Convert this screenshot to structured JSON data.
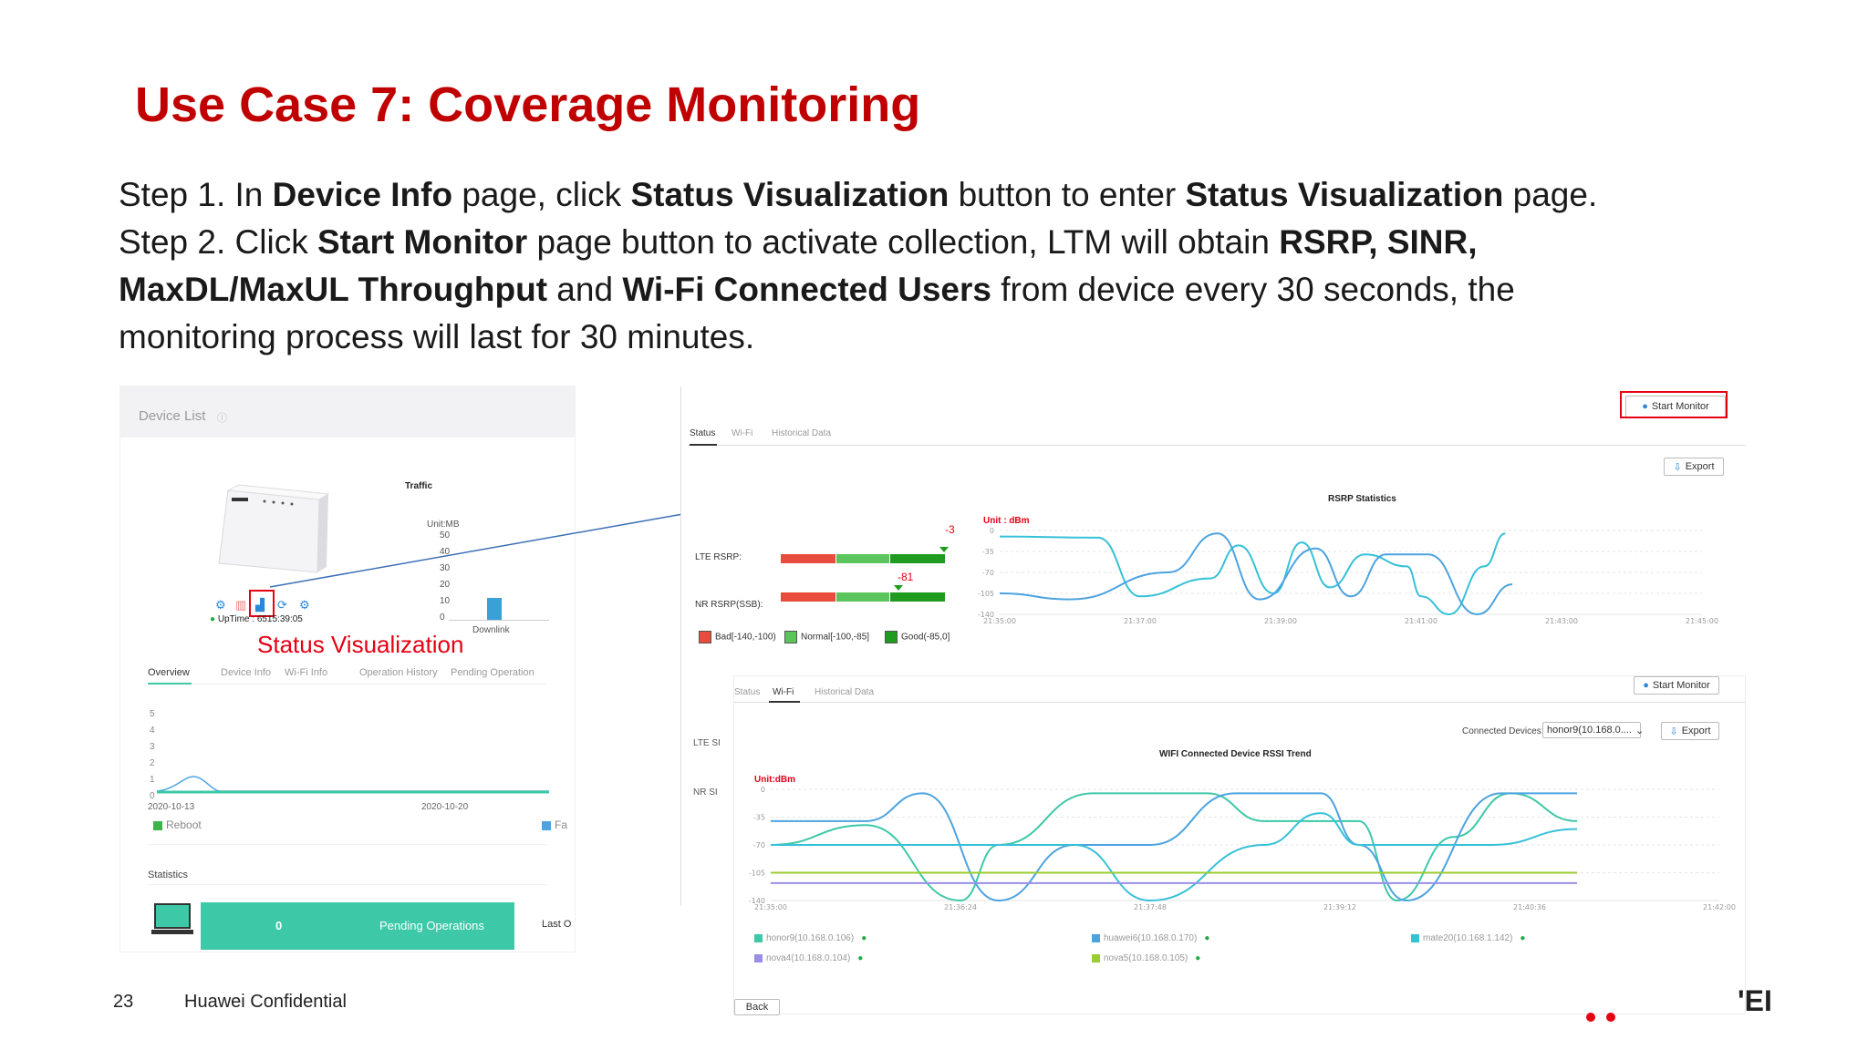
{
  "slide": {
    "title": "Use Case 7: Coverage Monitoring",
    "step1": {
      "p1": "Step 1. In ",
      "b1": "Device Info",
      "p2": " page, click ",
      "b2": "Status Visualization",
      "p3": " button to enter ",
      "b3": "Status Visualization",
      "p4": " page."
    },
    "step2": {
      "p1": "Step 2. Click ",
      "b1": "Start Monitor",
      "p2": " page button to activate collection, LTM will obtain ",
      "b2": "RSRP, SINR,",
      "b3": "MaxDL/MaxUL Throughput",
      "p3": " and ",
      "b4": "Wi-Fi Connected Users",
      "p4": " from device every 30 seconds, the",
      "p5": "monitoring process will last for 30 minutes."
    },
    "page_number": "23",
    "confidential": "Huawei Confidential",
    "logo_fragment": "'EI"
  },
  "device_panel": {
    "header": "Device List",
    "traffic_title": "Traffic",
    "unit": "Unit:MB",
    "y_ticks": [
      "50",
      "40",
      "30",
      "20",
      "10",
      "0"
    ],
    "downlink_label": "Downlink",
    "uptime_label": "UpTime :",
    "uptime_value": "6515:39:05",
    "callout": "Status Visualization",
    "tabs": [
      "Overview",
      "Device Info",
      "Wi-Fi Info",
      "Operation History",
      "Pending Operation"
    ],
    "mini_y_ticks": [
      "5",
      "4",
      "3",
      "2",
      "1",
      "0"
    ],
    "date1": "2020-10-13",
    "date2": "2020-10-20",
    "legend_reboot": "Reboot",
    "legend_fa": "Fa",
    "statistics_label": "Statistics",
    "pending_count": "0",
    "pending_label": "Pending Operations",
    "last_label": "Last O",
    "colors": {
      "teal": "#3dc8a8",
      "blue": "#4da3e0",
      "green": "#3cb44b"
    }
  },
  "status_panel": {
    "tabs": [
      "Status",
      "Wi-Fi",
      "Historical Data"
    ],
    "start_monitor": "Start Monitor",
    "export": "Export",
    "lte_label": "LTE RSRP:",
    "nr_label": "NR RSRP(SSB):",
    "lte_value": "-3",
    "nr_value": "-81",
    "legend": [
      "Bad[-140,-100)",
      "Normal[-100,-85]",
      "Good(-85,0]"
    ],
    "legend_colors": [
      "#e84c3d",
      "#5cc45c",
      "#1f9c1f"
    ],
    "chart_title": "RSRP Statistics",
    "unit": "Unit : dBm"
  },
  "wifi_panel": {
    "tabs": [
      "Status",
      "Wi-Fi",
      "Historical Data"
    ],
    "start_monitor": "Start Monitor",
    "connected_label": "Connected Devices:",
    "connected_value": "honor9(10.168.0....",
    "export": "Export",
    "chart_title": "WIFI Connected Device RSSI Trend",
    "unit": "Unit:dBm",
    "lte_partial": "LTE SI",
    "nr_partial": "NR SI",
    "back": "Back",
    "devices": [
      {
        "name": "honor9(10.168.0.106)",
        "color": "#3dc8a8"
      },
      {
        "name": "huawei6(10.168.0.170)",
        "color": "#4da3e0"
      },
      {
        "name": "mate20(10.168.1.142)",
        "color": "#36c1d8"
      },
      {
        "name": "nova4(10.168.0.104)",
        "color": "#9a8fe6"
      },
      {
        "name": "nova5(10.168.0.105)",
        "color": "#9acd32"
      }
    ]
  },
  "chart_data": [
    {
      "type": "line",
      "title": "RSRP Statistics",
      "ylabel": "Unit : dBm",
      "x": [
        "21:35:00",
        "21:37:00",
        "21:39:00",
        "21:41:00",
        "21:43:00",
        "21:45:00"
      ],
      "y_ticks": [
        "0",
        "-35",
        "-70",
        "-105",
        "-140"
      ],
      "ylim": [
        -140,
        0
      ],
      "series": [
        {
          "color": "#36c1d8",
          "points": [
            [
              0,
              -10
            ],
            [
              0.7,
              -12
            ],
            [
              1.0,
              -110
            ],
            [
              1.5,
              -80
            ],
            [
              1.7,
              -25
            ],
            [
              1.95,
              -105
            ],
            [
              2.15,
              -20
            ],
            [
              2.35,
              -95
            ],
            [
              2.6,
              -40
            ],
            [
              2.9,
              -60
            ],
            [
              3.0,
              -110
            ],
            [
              3.2,
              -140
            ],
            [
              3.45,
              -60
            ],
            [
              3.6,
              -5
            ]
          ]
        },
        {
          "color": "#4da3e0",
          "points": [
            [
              0,
              -105
            ],
            [
              0.5,
              -115
            ],
            [
              1.2,
              -70
            ],
            [
              1.55,
              -5
            ],
            [
              1.85,
              -115
            ],
            [
              2.25,
              -30
            ],
            [
              2.5,
              -110
            ],
            [
              2.75,
              -40
            ],
            [
              3.05,
              -40
            ],
            [
              3.4,
              -140
            ],
            [
              3.65,
              -90
            ]
          ]
        }
      ]
    },
    {
      "type": "line",
      "title": "WIFI Connected Device RSSI Trend",
      "ylabel": "Unit:dBm",
      "x": [
        "21:35:00",
        "21:36:24",
        "21:37:48",
        "21:39:12",
        "21:40:36",
        "21:42:00"
      ],
      "y_ticks": [
        "0",
        "-35",
        "-70",
        "-105",
        "-140"
      ],
      "ylim": [
        -140,
        0
      ],
      "series": [
        {
          "name": "honor9(10.168.0.106)",
          "color": "#3dc8a8",
          "points": [
            [
              0,
              -70
            ],
            [
              0.5,
              -45
            ],
            [
              1.0,
              -140
            ],
            [
              1.2,
              -70
            ],
            [
              1.7,
              -5
            ],
            [
              2.3,
              -5
            ],
            [
              2.6,
              -40
            ],
            [
              3.1,
              -40
            ],
            [
              3.3,
              -140
            ],
            [
              3.6,
              -60
            ],
            [
              3.9,
              -5
            ],
            [
              4.25,
              -40
            ]
          ]
        },
        {
          "name": "huawei6(10.168.0.170)",
          "color": "#4da3e0",
          "points": [
            [
              0,
              -40
            ],
            [
              0.5,
              -40
            ],
            [
              0.8,
              -5
            ],
            [
              1.2,
              -140
            ],
            [
              1.6,
              -70
            ],
            [
              2.0,
              -70
            ],
            [
              2.45,
              -5
            ],
            [
              2.9,
              -5
            ],
            [
              3.1,
              -70
            ],
            [
              3.35,
              -140
            ],
            [
              3.85,
              -5
            ],
            [
              4.25,
              -5
            ]
          ]
        },
        {
          "name": "mate20(10.168.1.142)",
          "color": "#36c1d8",
          "points": [
            [
              0,
              -70
            ],
            [
              0.8,
              -70
            ],
            [
              1.6,
              -70
            ],
            [
              2.0,
              -140
            ],
            [
              2.6,
              -70
            ],
            [
              2.9,
              -30
            ],
            [
              3.1,
              -70
            ],
            [
              3.8,
              -70
            ],
            [
              4.25,
              -50
            ]
          ]
        },
        {
          "name": "nova4(10.168.0.104)",
          "color": "#9a8fe6",
          "points": [
            [
              0,
              -118
            ],
            [
              4.25,
              -118
            ]
          ]
        },
        {
          "name": "nova5(10.168.0.105)",
          "color": "#9acd32",
          "points": [
            [
              0,
              -105
            ],
            [
              4.25,
              -105
            ]
          ]
        }
      ]
    }
  ]
}
